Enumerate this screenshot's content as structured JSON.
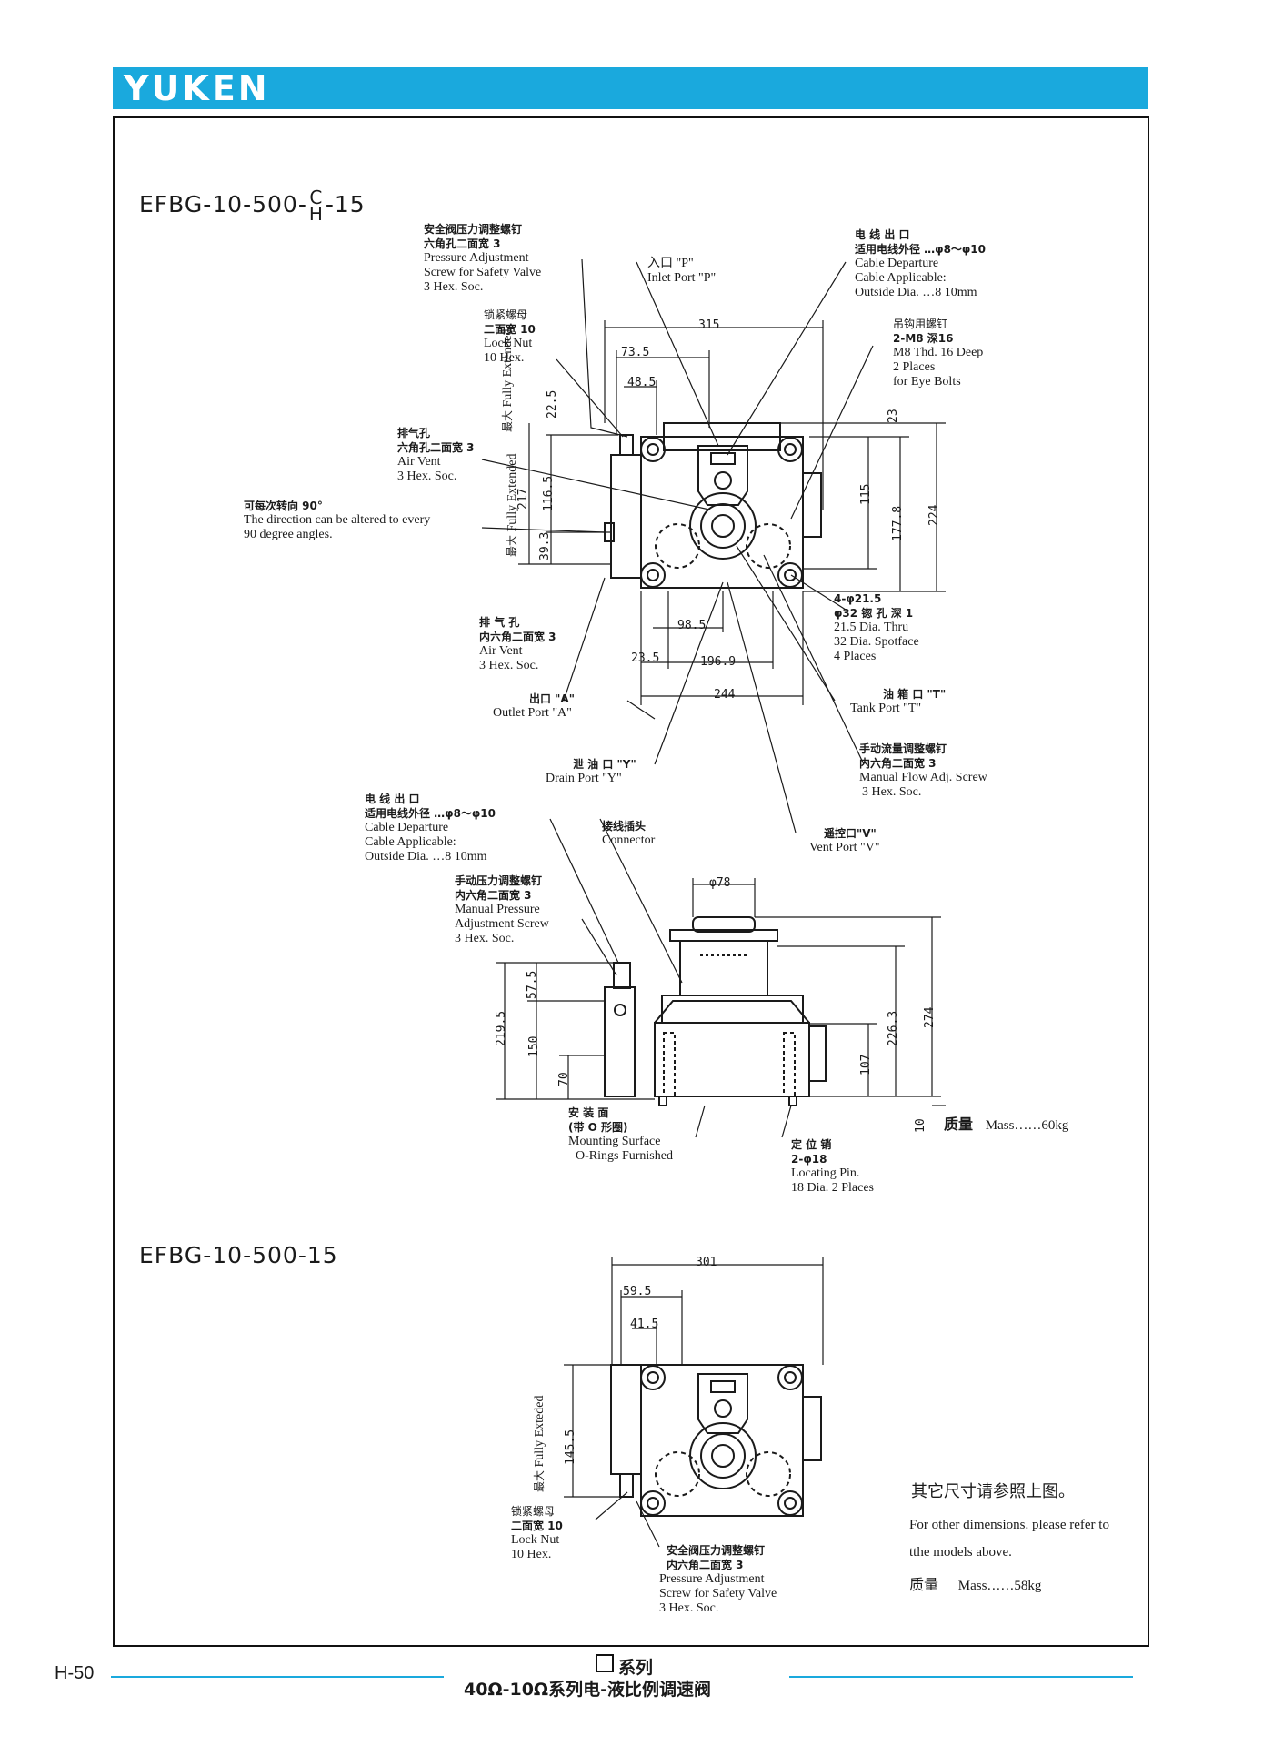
{
  "header": {
    "logo": "YUKEN"
  },
  "diagram1": {
    "model_prefix": "EFBG-10-500-",
    "model_variant_top": "C",
    "model_variant_bottom": "H",
    "model_suffix": "-15"
  },
  "diagram2": {
    "model": "EFBG-10-500-15"
  },
  "labels": {
    "pressure_adj": {
      "cn1": "安全阀压力调整螺钉",
      "cn2": "六角孔二面宽 3",
      "en": [
        "Pressure Adjustment",
        "Screw for Safety Valve",
        "3 Hex. Soc."
      ]
    },
    "lock_nut": {
      "cn1": "锁紧螺母",
      "cn2": "二面宽 10",
      "en": [
        "Lock Nut",
        "10 Hex."
      ]
    },
    "inlet": {
      "cn": "入口 \"P\"",
      "en": "Inlet Port \"P\""
    },
    "cable_top": {
      "cn1": "电 线 出 口",
      "cn2": "适用电线外径 …φ8～φ10",
      "en": [
        "Cable Departure",
        "Cable Applicable:",
        "Outside Dia. …8 10mm"
      ]
    },
    "eye_bolt": {
      "cn1": "吊钩用螺钉",
      "cn2": "2-M8    深16",
      "en": [
        "M8 Thd. 16 Deep",
        "2 Places",
        "for Eye Bolts"
      ]
    },
    "air_vent1": {
      "cn1": "排气孔",
      "cn2": "六角孔二面宽 3",
      "en": [
        "Air Vent",
        "3 Hex. Soc."
      ]
    },
    "direction": {
      "cn": "可每次转向 90°",
      "en": [
        "The direction can be altered to every",
        "90 degree angles."
      ]
    },
    "fully_extended_cn": "最大",
    "fully_extended_en1": "Fully",
    "fully_extended_en2": "Extended",
    "fully_extended_full": "Fully Extended",
    "mount_holes": {
      "cn1": "4-φ21.5",
      "cn2": "φ32 锪 孔 深 1",
      "en": [
        "21.5 Dia. Thru",
        "32 Dia. Spotface",
        "4 Places"
      ]
    },
    "air_vent2": {
      "cn1": "排 气 孔",
      "cn2": "内六角二面宽 3",
      "en": [
        "Air Vent",
        "3 Hex. Soc."
      ]
    },
    "outlet": {
      "cn": "出口 \"A\"",
      "en": "Outlet Port \"A\""
    },
    "tank": {
      "cn": "油 箱 口 \"T\"",
      "en": "Tank Port \"T\""
    },
    "flow_adj": {
      "cn1": "手动流量调整螺钉",
      "cn2": "内六角二面宽 3",
      "en": [
        "Manual Flow Adj. Screw",
        "3 Hex. Soc."
      ]
    },
    "drain": {
      "cn": "泄 油 口 \"Y\"",
      "en": "Drain Port \"Y\""
    },
    "cable_mid": {
      "cn1": "电 线 出 口",
      "cn2": "适用电线外径 …φ8～φ10",
      "en": [
        "Cable Departure",
        "Cable Applicable:",
        "Outside Dia. …8 10mm"
      ]
    },
    "connector": {
      "cn": "接线插头",
      "en": "Connector"
    },
    "vent_port": {
      "cn": "遥控口\"V\"",
      "en": "Vent Port \"V\""
    },
    "manual_pressure": {
      "cn1": "手动压力调整螺钉",
      "cn2": "内六角二面宽 3",
      "en": [
        "Manual Pressure",
        "Adjustment Screw",
        "3 Hex. Soc."
      ]
    },
    "mount_surface": {
      "cn1": "安 装 面",
      "cn2": "(带 O 形圈)",
      "en": [
        "Mounting Surface",
        "O-Rings Furnished"
      ]
    },
    "locating_pin": {
      "cn1": "定 位 销",
      "cn2": "2-φ18",
      "en": [
        "Locating Pin.",
        "18 Dia. 2 Places"
      ]
    },
    "mass1": {
      "cn": "质量",
      "en": "Mass……60kg"
    },
    "lock_nut2": {
      "cn1": "锁紧螺母",
      "cn2": "二面宽 10",
      "en": [
        "Lock Nut",
        "10 Hex."
      ]
    },
    "pressure_adj2": {
      "cn1": "安全阀压力调整螺钉",
      "cn2": "内六角二面宽 3",
      "en": [
        "Pressure Adjustment",
        "Screw for Safety Valve",
        "3 Hex. Soc."
      ]
    },
    "fully_exteded2_en": "Fully Exteded"
  },
  "dims_top": {
    "d315": "315",
    "d73_5": "73.5",
    "d48_5": "48.5",
    "d22_5": "22.5",
    "d217": "217",
    "d116_5": "116.5",
    "d39_3": "39.3",
    "d23": "23",
    "d115": "115",
    "d177_8": "177.8",
    "d224": "224",
    "d98_5": "98.5",
    "d23_5": "23.5",
    "d196_9": "196.9",
    "d244": "244"
  },
  "dims_mid": {
    "d78": "φ78",
    "d57_5": "57.5",
    "d219_5": "219.5",
    "d150": "150",
    "d70": "70",
    "d226_3": "226.3",
    "d274": "274",
    "d107": "107",
    "d10": "10"
  },
  "dims_bot": {
    "d301": "301",
    "d59_5": "59.5",
    "d41_5": "41.5",
    "d145_5": "145.5"
  },
  "notes": {
    "cn": "其它尺寸请参照上图。",
    "en1": "For other dimensions. please refer to",
    "en2": "tthe models above.",
    "mass_cn": "质量",
    "mass_en": "Mass……58kg"
  },
  "footer": {
    "page": "H-50",
    "series": "系列",
    "title": "40Ω-10Ω系列电-液比例调速阀"
  }
}
